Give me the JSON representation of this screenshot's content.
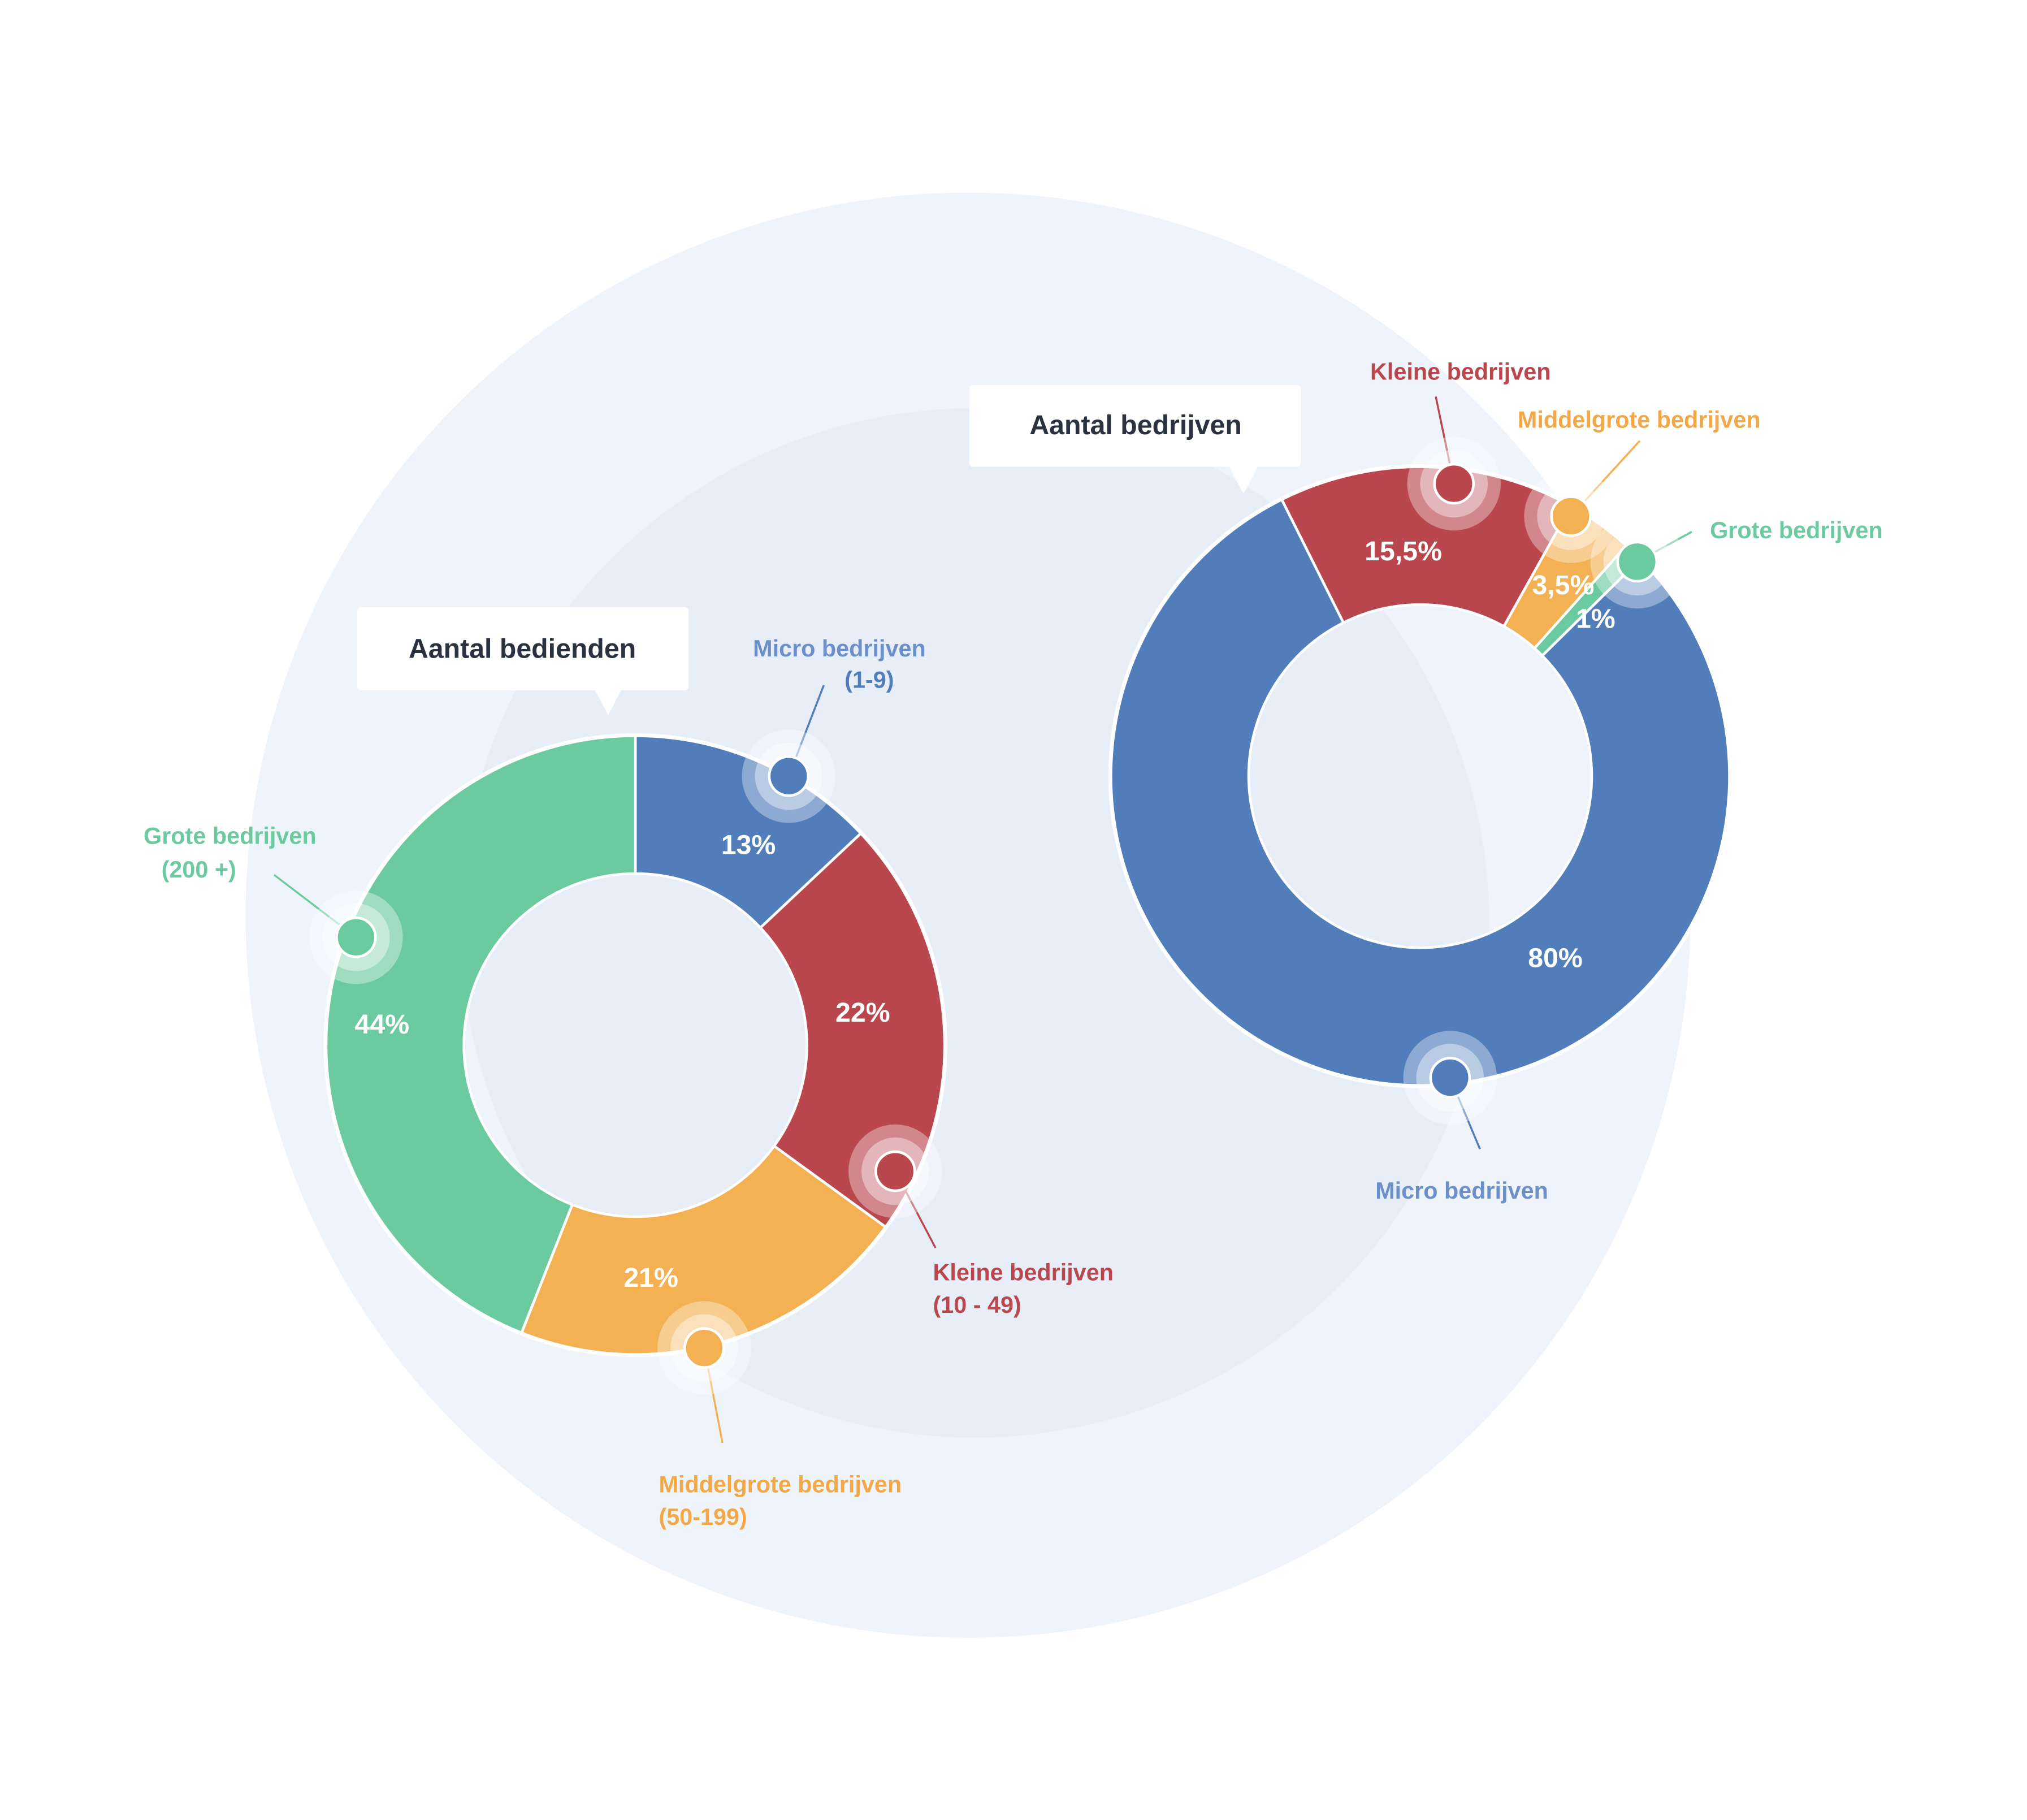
{
  "colors": {
    "micro": "#517eba",
    "kleine": "#b9474d",
    "middel": "#f3b153",
    "grote": "#6cca9f",
    "micro_text": "#6b8fcb",
    "kleine_text": "#b9474d",
    "middel_text": "#f3a847",
    "grote_text": "#6cca9f",
    "bg_outer": "#eff4fb",
    "bg_inner": "#e8eef8"
  },
  "chart_data": [
    {
      "type": "pie",
      "title": "Aantal bedienden",
      "donut": true,
      "categories": [
        "Micro bedrijven (1-9)",
        "Kleine bedrijven (10 - 49)",
        "Middelgrote bedrijven (50-199)",
        "Grote bedrijven (200 +)"
      ],
      "values": [
        13,
        22,
        21,
        44
      ],
      "value_labels": [
        "13%",
        "22%",
        "21%",
        "44%"
      ],
      "labels": [
        {
          "line1": "Micro bedrijven",
          "line2": "(1-9)"
        },
        {
          "line1": "Kleine bedrijven",
          "line2": "(10 - 49)"
        },
        {
          "line1": "Middelgrote bedrijven",
          "line2": "(50-199)"
        },
        {
          "line1": "Grote bedrijven",
          "line2": "(200 +)"
        }
      ]
    },
    {
      "type": "pie",
      "title": "Aantal bedrijven",
      "donut": true,
      "categories": [
        "Kleine bedrijven",
        "Middelgrote bedrijven",
        "Grote bedrijven",
        "Micro bedrijven"
      ],
      "values": [
        15.5,
        3.5,
        1,
        80
      ],
      "value_labels": [
        "15,5%",
        "3,5%",
        "1%",
        "80%"
      ],
      "labels": [
        {
          "line1": "Kleine bedrijven"
        },
        {
          "line1": "Middelgrote bedrijven"
        },
        {
          "line1": "Grote bedrijven"
        },
        {
          "line1": "Micro bedrijven"
        }
      ]
    }
  ]
}
